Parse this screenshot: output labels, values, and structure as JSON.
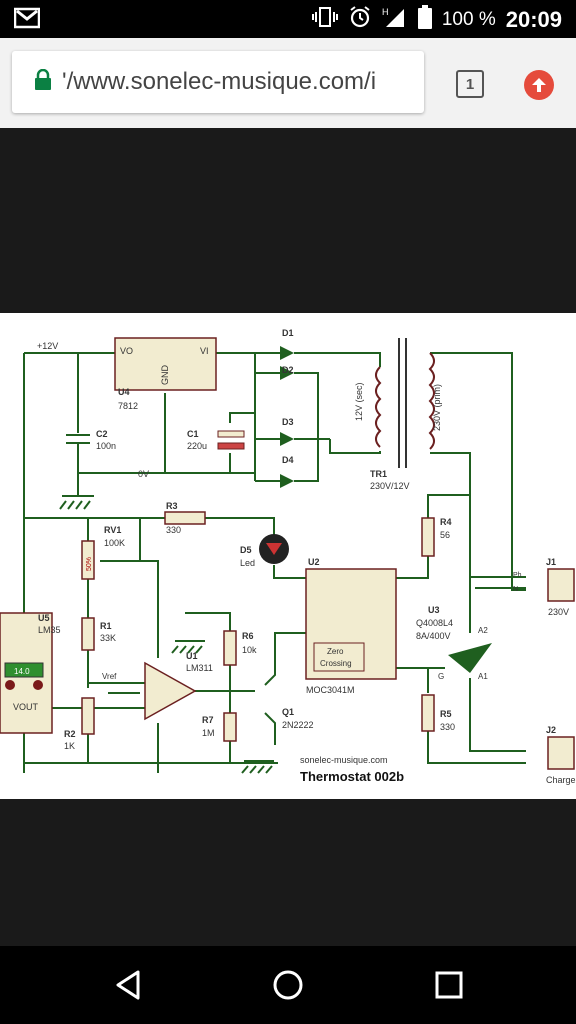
{
  "status_bar": {
    "battery": "100 %",
    "time": "20:09"
  },
  "browser": {
    "url": "'/www.sonelec-musique.com/i",
    "tab_count": "1"
  },
  "schematic": {
    "labels": {
      "v12": "+12V",
      "u4": "U4",
      "u4_val": "7812",
      "u4_vo": "VO",
      "u4_vi": "VI",
      "u4_gnd": "GND",
      "c2": "C2",
      "c2_val": "100n",
      "c1": "C1",
      "c1_val": "220u",
      "zerov": "0V",
      "d1": "D1",
      "d2": "D2",
      "d3": "D3",
      "d4": "D4",
      "tr1": "TR1",
      "tr1_val": "230V/12V",
      "sec": "12V (sec)",
      "prim": "230V (prim)",
      "r3": "R3",
      "r3_val": "330",
      "rv1": "RV1",
      "rv1_val": "100K",
      "rv1_pct": "50%",
      "d5": "D5",
      "d5_val": "Led",
      "u2": "U2",
      "u2_val": "MOC3041M",
      "zc1": "Zero",
      "zc2": "Crossing",
      "r4": "R4",
      "r4_val": "56",
      "u3": "U3",
      "u3_val1": "Q4008L4",
      "u3_val2": "8A/400V",
      "a2": "A2",
      "a1": "A1",
      "g": "G",
      "j1": "J1",
      "j1_val": "230V",
      "ph": "Ph",
      "n": "N",
      "j2": "J2",
      "j2_val": "Charge",
      "u5": "U5",
      "u5_val": "LM35",
      "u5_disp": "14.0",
      "vout": "VOUT",
      "r1": "R1",
      "r1_val": "33K",
      "r2": "R2",
      "r2_val": "1K",
      "u1": "U1",
      "u1_val": "LM311",
      "vref": "Vref",
      "r6": "R6",
      "r6_val": "10k",
      "r7": "R7",
      "r7_val": "1M",
      "q1": "Q1",
      "q1_val": "2N2222",
      "r5": "R5",
      "r5_val": "330",
      "site": "sonelec-musique.com",
      "title": "Thermostat 002b"
    }
  }
}
